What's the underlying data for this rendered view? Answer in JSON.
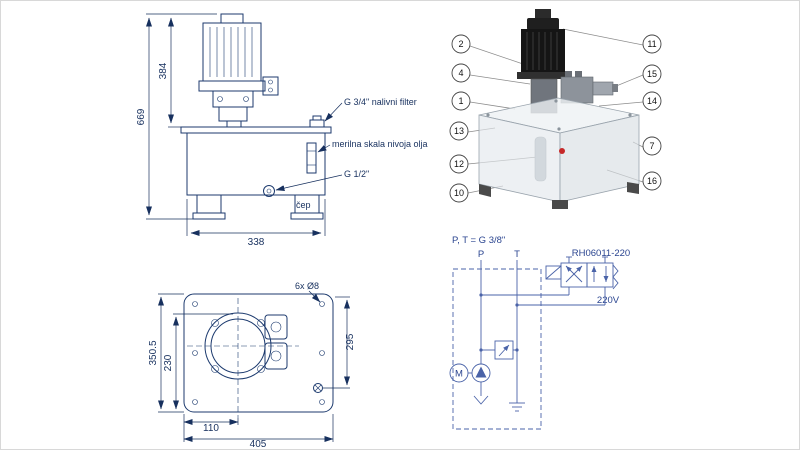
{
  "front_view": {
    "dim_total_height": "669",
    "dim_motor_height": "384",
    "dim_width": "338",
    "label_filler": "G 3/4\" nalivni filter",
    "label_gauge": "merilna skala nivoja olja",
    "label_port": "G 1/2\"",
    "label_plug": "čep"
  },
  "iso_view": {
    "callouts_left": [
      "2",
      "4",
      "1",
      "13",
      "12",
      "10"
    ],
    "callouts_right": [
      "11",
      "15",
      "14",
      "7",
      "16"
    ]
  },
  "top_view": {
    "dim_height_total": "350.5",
    "dim_center_height": "230",
    "dim_right_height": "295",
    "dim_center_width": "110",
    "dim_width_total": "405",
    "label_holes": "6x Ø8"
  },
  "schematic": {
    "ports_note": "P, T = G 3/8\"",
    "port_p": "P",
    "port_t": "T",
    "valve_model": "RH06011-220",
    "voltage": "220V",
    "motor_symbol": "M"
  },
  "colors": {
    "drawing_line": "#1c3a6e",
    "schematic_line": "#4a63a8"
  }
}
